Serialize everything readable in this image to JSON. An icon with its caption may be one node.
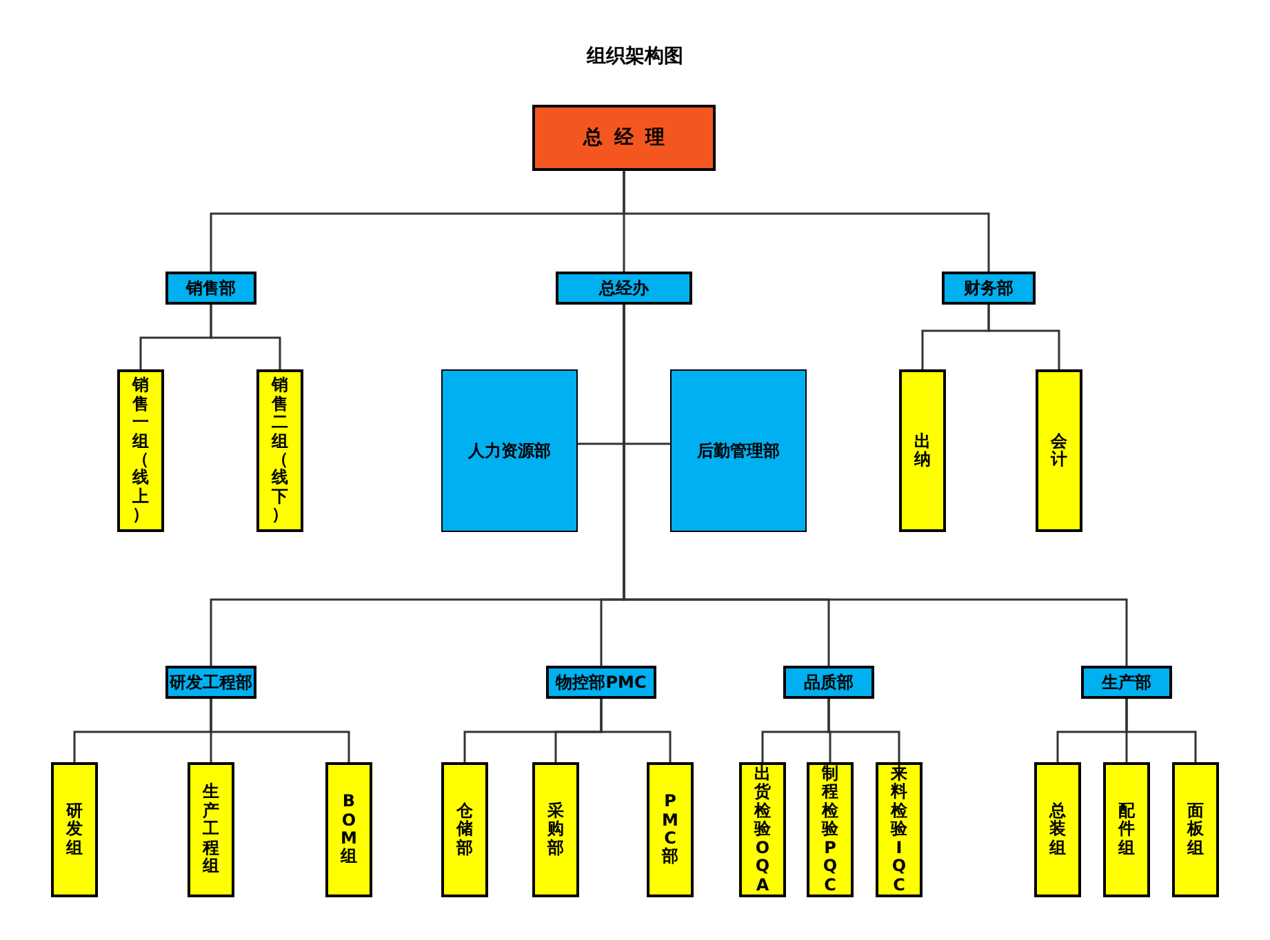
{
  "diagram": {
    "title": "组织架构图",
    "nodes": [
      {
        "text": [
          "总经理"
        ]
      },
      {
        "text": [
          "销售部"
        ]
      },
      {
        "text": [
          "总经办"
        ]
      },
      {
        "text": [
          "财务部"
        ]
      },
      {
        "text": [
          "销售一组（线上）"
        ]
      },
      {
        "text": [
          "销售二组（线下）"
        ]
      },
      {
        "text": [
          "人力资源部"
        ]
      },
      {
        "text": [
          "后勤管理部"
        ]
      },
      {
        "text": [
          "出纳"
        ]
      },
      {
        "text": [
          "会计"
        ]
      },
      {
        "text": [
          "研发工程部"
        ]
      },
      {
        "text": [
          "物控部PMC"
        ]
      },
      {
        "text": [
          "品质部"
        ]
      },
      {
        "text": [
          "生产部"
        ]
      },
      {
        "text": [
          "研发组"
        ]
      },
      {
        "text": [
          "生产工程组"
        ]
      },
      {
        "text": [
          "BOM组"
        ]
      },
      {
        "text": [
          "仓储部"
        ]
      },
      {
        "text": [
          "采购部"
        ]
      },
      {
        "text": [
          "PMC部"
        ]
      },
      {
        "text": [
          "出货检验OQA"
        ]
      },
      {
        "text": [
          "制程检验PQC"
        ]
      },
      {
        "text": [
          "来料检验IQC"
        ]
      },
      {
        "text": [
          "总装组"
        ]
      },
      {
        "text": [
          "配件组"
        ]
      },
      {
        "text": [
          "面板组"
        ]
      }
    ],
    "edges": [
      {
        "from": 0,
        "to": 1,
        "arrow": "none"
      },
      {
        "from": 0,
        "to": 2,
        "arrow": "none"
      },
      {
        "from": 0,
        "to": 3,
        "arrow": "none"
      },
      {
        "from": 1,
        "to": 4,
        "arrow": "none"
      },
      {
        "from": 1,
        "to": 5,
        "arrow": "none"
      },
      {
        "from": 2,
        "to": 6,
        "arrow": "none"
      },
      {
        "from": 2,
        "to": 7,
        "arrow": "none"
      },
      {
        "from": 3,
        "to": 8,
        "arrow": "none"
      },
      {
        "from": 3,
        "to": 9,
        "arrow": "none"
      },
      {
        "from": 2,
        "to": 10,
        "arrow": "none"
      },
      {
        "from": 2,
        "to": 11,
        "arrow": "none"
      },
      {
        "from": 2,
        "to": 12,
        "arrow": "none"
      },
      {
        "from": 2,
        "to": 13,
        "arrow": "none"
      },
      {
        "from": 10,
        "to": 14,
        "arrow": "none"
      },
      {
        "from": 10,
        "to": 15,
        "arrow": "none"
      },
      {
        "from": 10,
        "to": 16,
        "arrow": "none"
      },
      {
        "from": 11,
        "to": 17,
        "arrow": "none"
      },
      {
        "from": 11,
        "to": 18,
        "arrow": "none"
      },
      {
        "from": 11,
        "to": 19,
        "arrow": "none"
      },
      {
        "from": 12,
        "to": 20,
        "arrow": "none"
      },
      {
        "from": 12,
        "to": 21,
        "arrow": "none"
      },
      {
        "from": 12,
        "to": 22,
        "arrow": "none"
      },
      {
        "from": 13,
        "to": 23,
        "arrow": "none"
      },
      {
        "from": 13,
        "to": 24,
        "arrow": "none"
      },
      {
        "from": 13,
        "to": 25,
        "arrow": "none"
      }
    ]
  }
}
